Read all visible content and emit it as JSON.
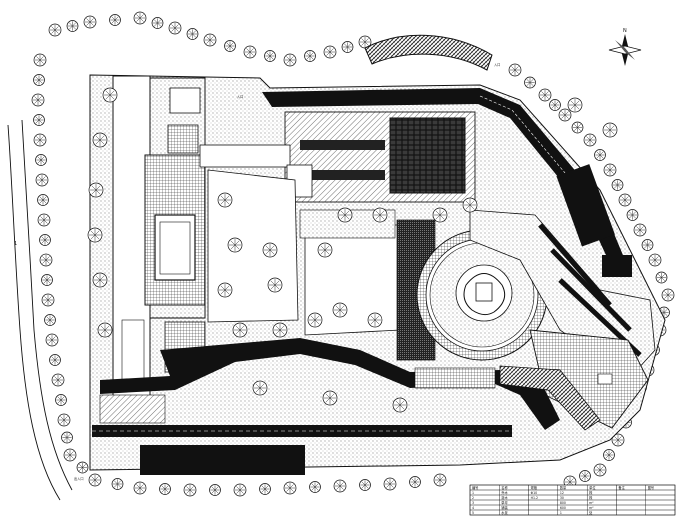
{
  "drawing": {
    "colors": {
      "ink": "#111111",
      "paper": "#ffffff",
      "hatch": "#333333",
      "road": "#1a1a1a"
    },
    "labels": {
      "north_arrow": "N",
      "road_label_left": "1",
      "entrance_mark_left": "入口",
      "entrance_mark_top": "入口",
      "bottom_left_label": "出入口"
    },
    "schedule_table": {
      "rows": [
        [
          "编号",
          "名称",
          "规格",
          "数量",
          "单位",
          "备注",
          "图号"
        ],
        [
          "1",
          "乔木",
          "Φ10",
          "12",
          "株",
          "",
          ""
        ],
        [
          "2",
          "灌木",
          "H1.2",
          "30",
          "株",
          "",
          ""
        ],
        [
          "3",
          "草坪",
          "",
          "800",
          "m²",
          "",
          ""
        ],
        [
          "4",
          "铺装",
          "",
          "600",
          "m²",
          "",
          ""
        ],
        [
          "5",
          "水景",
          "",
          "1",
          "处",
          "",
          ""
        ]
      ]
    }
  }
}
